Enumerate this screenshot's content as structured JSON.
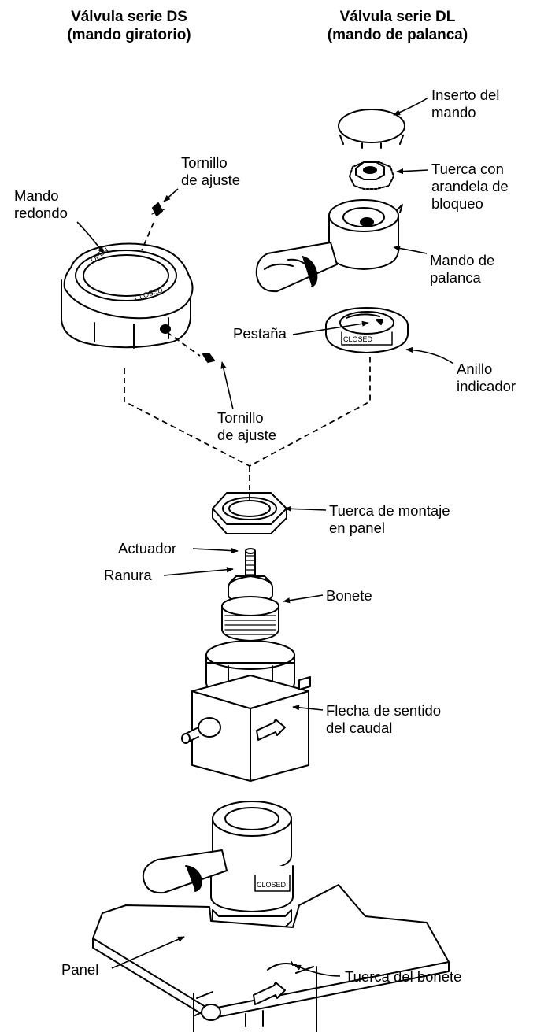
{
  "headers": {
    "ds": "Válvula serie DS\n(mando giratorio)",
    "dl": "Válvula serie DL\n(mando de palanca)"
  },
  "labels": {
    "inserto": "Inserto del\nmando",
    "tuerca_arandela": "Tuerca con\narandela de\nbloqueo",
    "tornillo_top": "Tornillo\nde ajuste",
    "mando_redondo": "Mando\nredondo",
    "mando_palanca": "Mando de\npalanca",
    "pestana": "Pestaña",
    "anillo": "Anillo\nindicador",
    "tornillo_bottom": "Tornillo\nde ajuste",
    "tuerca_montaje": "Tuerca de montaje\nen panel",
    "actuador": "Actuador",
    "ranura": "Ranura",
    "bonete": "Bonete",
    "flecha": "Flecha de sentido\ndel caudal",
    "panel": "Panel",
    "tuerca_bonete": "Tuerca del bonete"
  },
  "stamps": {
    "open": "OPEN",
    "closed_knob": "CLOSED",
    "closed_ring": "CLOSED",
    "closed_assembly": "CLOSED"
  }
}
